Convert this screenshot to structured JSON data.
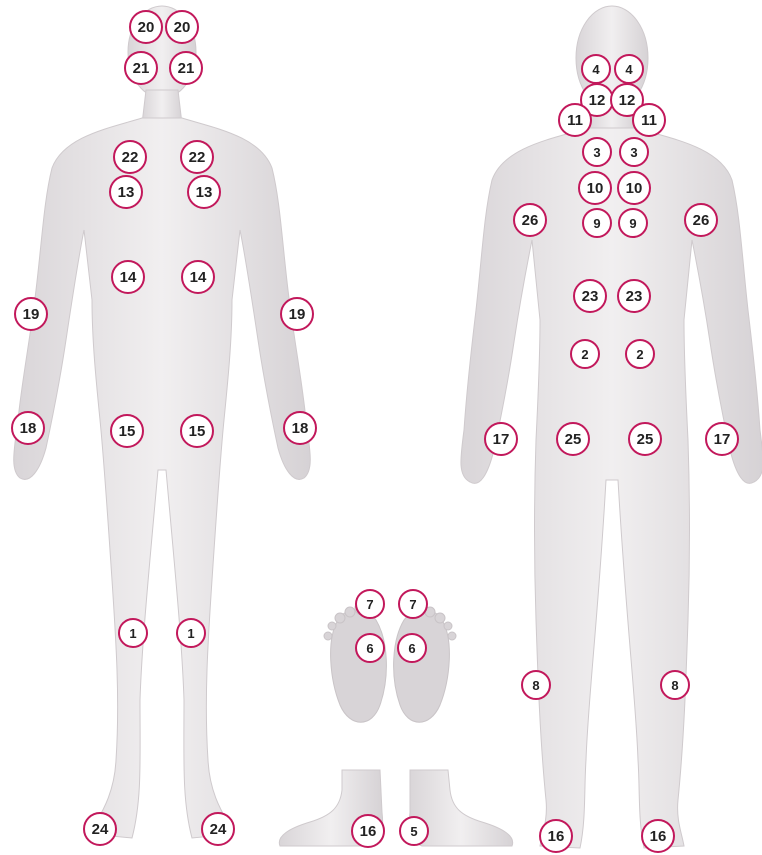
{
  "colors": {
    "marker_ring": "#c2185b",
    "marker_fill": "#ffffff",
    "label": "#222222",
    "body": "#e6e3e5"
  },
  "views": {
    "front": {
      "name": "front-body-view"
    },
    "back": {
      "name": "back-body-view"
    },
    "soles": {
      "name": "foot-soles-view"
    },
    "feet_side": {
      "name": "feet-side-view"
    }
  },
  "markers": [
    {
      "label": "20",
      "view": "front"
    },
    {
      "label": "20",
      "view": "front"
    },
    {
      "label": "21",
      "view": "front"
    },
    {
      "label": "21",
      "view": "front"
    },
    {
      "label": "22",
      "view": "front"
    },
    {
      "label": "22",
      "view": "front"
    },
    {
      "label": "13",
      "view": "front"
    },
    {
      "label": "13",
      "view": "front"
    },
    {
      "label": "14",
      "view": "front"
    },
    {
      "label": "14",
      "view": "front"
    },
    {
      "label": "19",
      "view": "front"
    },
    {
      "label": "19",
      "view": "front"
    },
    {
      "label": "18",
      "view": "front"
    },
    {
      "label": "18",
      "view": "front"
    },
    {
      "label": "15",
      "view": "front"
    },
    {
      "label": "15",
      "view": "front"
    },
    {
      "label": "1",
      "view": "front"
    },
    {
      "label": "1",
      "view": "front"
    },
    {
      "label": "24",
      "view": "front"
    },
    {
      "label": "24",
      "view": "front"
    },
    {
      "label": "4",
      "view": "back"
    },
    {
      "label": "4",
      "view": "back"
    },
    {
      "label": "12",
      "view": "back"
    },
    {
      "label": "12",
      "view": "back"
    },
    {
      "label": "11",
      "view": "back"
    },
    {
      "label": "11",
      "view": "back"
    },
    {
      "label": "3",
      "view": "back"
    },
    {
      "label": "3",
      "view": "back"
    },
    {
      "label": "10",
      "view": "back"
    },
    {
      "label": "10",
      "view": "back"
    },
    {
      "label": "26",
      "view": "back"
    },
    {
      "label": "9",
      "view": "back"
    },
    {
      "label": "9",
      "view": "back"
    },
    {
      "label": "26",
      "view": "back"
    },
    {
      "label": "23",
      "view": "back"
    },
    {
      "label": "23",
      "view": "back"
    },
    {
      "label": "2",
      "view": "back"
    },
    {
      "label": "2",
      "view": "back"
    },
    {
      "label": "17",
      "view": "back"
    },
    {
      "label": "25",
      "view": "back"
    },
    {
      "label": "25",
      "view": "back"
    },
    {
      "label": "17",
      "view": "back"
    },
    {
      "label": "8",
      "view": "back"
    },
    {
      "label": "8",
      "view": "back"
    },
    {
      "label": "16",
      "view": "back"
    },
    {
      "label": "16",
      "view": "back"
    },
    {
      "label": "7",
      "view": "soles"
    },
    {
      "label": "7",
      "view": "soles"
    },
    {
      "label": "6",
      "view": "soles"
    },
    {
      "label": "6",
      "view": "soles"
    },
    {
      "label": "16",
      "view": "feet_side"
    },
    {
      "label": "5",
      "view": "feet_side"
    }
  ]
}
